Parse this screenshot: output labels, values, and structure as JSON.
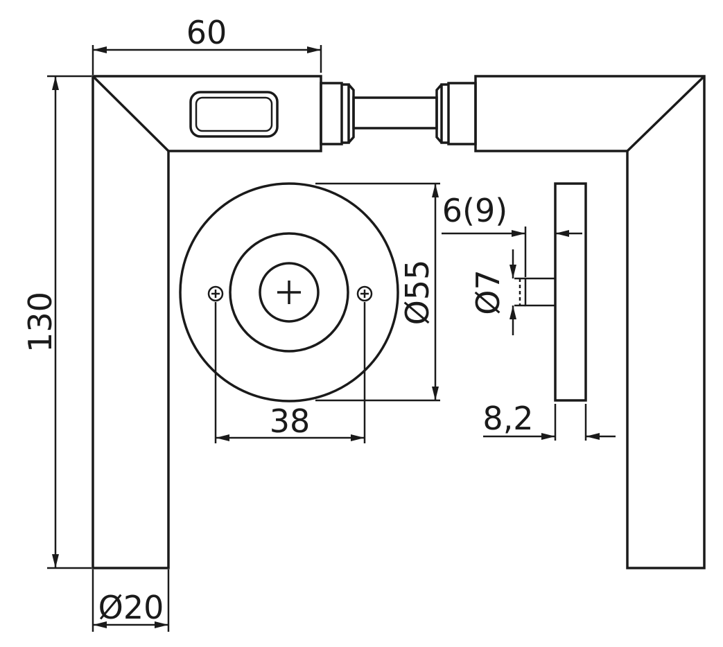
{
  "drawing": {
    "dimensions": {
      "handle_length": "60",
      "lever_height": "130",
      "lever_diameter": "Ø20",
      "rosette_diameter": "Ø55",
      "screw_spacing": "38",
      "spindle_projection": "6(9)",
      "spindle_diameter": "Ø7",
      "rosette_thickness": "8,2"
    },
    "colors": {
      "line": "#1a1a1a",
      "background": "#ffffff"
    }
  }
}
